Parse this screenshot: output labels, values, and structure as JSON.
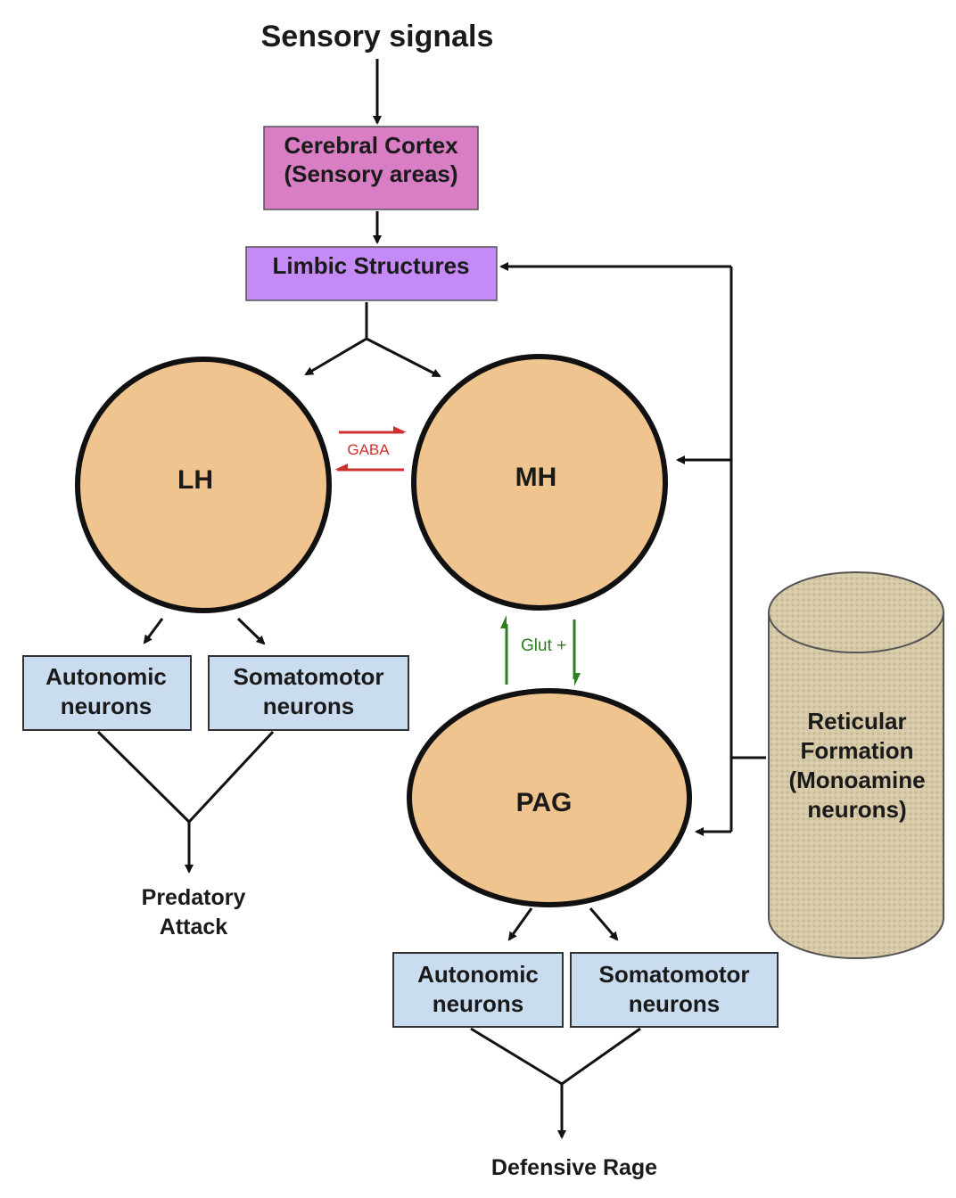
{
  "title": "Sensory signals",
  "nodes": {
    "cortex": {
      "line1": "Cerebral Cortex",
      "line2": "(Sensory areas)"
    },
    "limbic": {
      "label": "Limbic Structures"
    },
    "lh": {
      "label": "LH"
    },
    "mh": {
      "label": "MH"
    },
    "pag": {
      "label": "PAG"
    },
    "lh_autonomic": {
      "line1": "Autonomic",
      "line2": "neurons"
    },
    "lh_somatomotor": {
      "line1": "Somatomotor",
      "line2": "neurons"
    },
    "pag_autonomic": {
      "line1": "Autonomic",
      "line2": "neurons"
    },
    "pag_somatomotor": {
      "line1": "Somatomotor",
      "line2": "neurons"
    },
    "reticular": {
      "line1": "Reticular",
      "line2": "Formation",
      "line3": "(Monoamine",
      "line4": "neurons)"
    }
  },
  "edges": {
    "gaba": "GABA",
    "glut": "Glut +"
  },
  "outputs": {
    "predatory": {
      "line1": "Predatory",
      "line2": "Attack"
    },
    "defensive": "Defensive Rage"
  },
  "colors": {
    "cortex_fill": "#d97ec4",
    "limbic_fill": "#c48af5",
    "nucleus_fill": "#efc48f",
    "neuron_box_fill": "#cadcf0",
    "reticular_fill": "#d6c9a8",
    "gaba_arrow": "#d0302d",
    "glut_arrow": "#2e7d1f"
  }
}
